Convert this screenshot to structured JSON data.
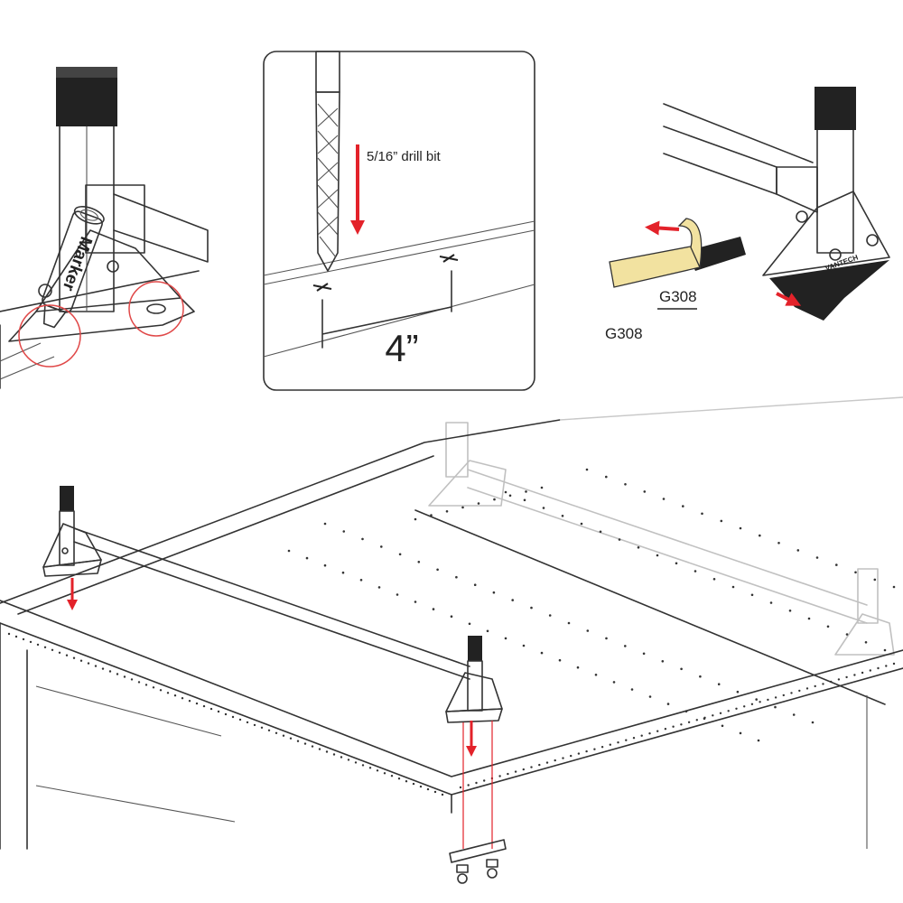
{
  "labels": {
    "marker": "Marker",
    "drill_bit": "5/16” drill bit",
    "spacing": "4”",
    "part_tag": "G308",
    "part_name": "G308",
    "brand": "VANTECH"
  },
  "colors": {
    "arrow_red": "#e3222a",
    "ink": "#333333",
    "cap_black": "#222222",
    "adhesive_yellow": "#f2e2a0",
    "circle_red": "#e04848"
  },
  "icons": [
    "down-arrow-icon",
    "left-arrow-icon",
    "up-right-arrow-icon",
    "mark-x-icon"
  ]
}
